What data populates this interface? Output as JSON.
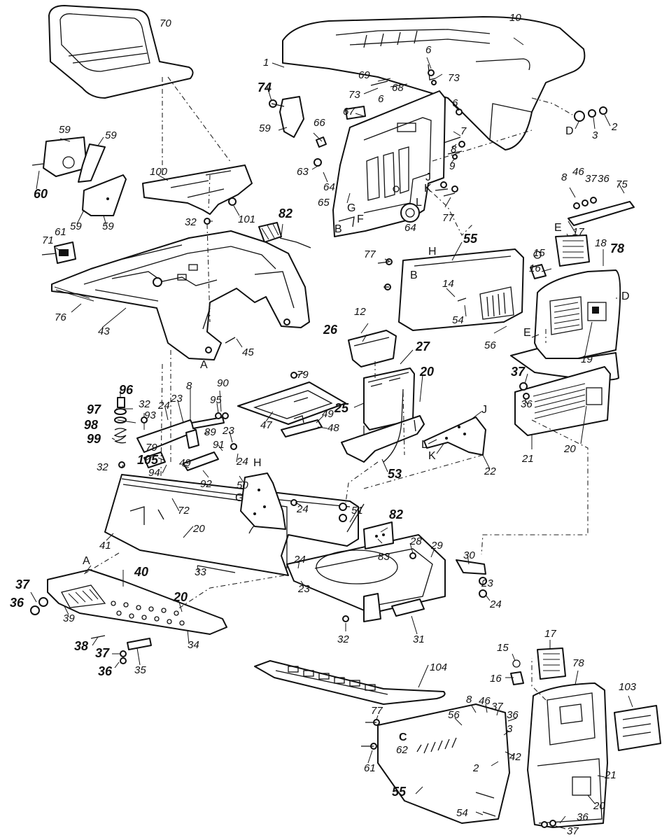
{
  "diagram": {
    "callouts": [
      {
        "id": "70",
        "text": "70"
      },
      {
        "id": "10",
        "text": "10"
      },
      {
        "id": "1",
        "text": "1"
      },
      {
        "id": "6a",
        "text": "6"
      },
      {
        "id": "69",
        "text": "69"
      },
      {
        "id": "73a",
        "text": "73"
      },
      {
        "id": "73b",
        "text": "73"
      },
      {
        "id": "6b",
        "text": "6"
      },
      {
        "id": "68",
        "text": "68"
      },
      {
        "id": "74",
        "text": "74"
      },
      {
        "id": "67",
        "text": "67"
      },
      {
        "id": "6c",
        "text": "6"
      },
      {
        "id": "59a",
        "text": "59"
      },
      {
        "id": "66",
        "text": "66"
      },
      {
        "id": "7",
        "text": "7"
      },
      {
        "id": "8a",
        "text": "8"
      },
      {
        "id": "9",
        "text": "9"
      },
      {
        "id": "Da",
        "text": "D"
      },
      {
        "id": "3a",
        "text": "3"
      },
      {
        "id": "2a",
        "text": "2"
      },
      {
        "id": "59b",
        "text": "59"
      },
      {
        "id": "59c",
        "text": "59"
      },
      {
        "id": "60",
        "text": "60"
      },
      {
        "id": "59d",
        "text": "59"
      },
      {
        "id": "59e",
        "text": "59"
      },
      {
        "id": "100",
        "text": "100"
      },
      {
        "id": "101",
        "text": "101"
      },
      {
        "id": "63",
        "text": "63"
      },
      {
        "id": "64a",
        "text": "64"
      },
      {
        "id": "65",
        "text": "65"
      },
      {
        "id": "Ga",
        "text": "G"
      },
      {
        "id": "F",
        "text": "F"
      },
      {
        "id": "Ba",
        "text": "B"
      },
      {
        "id": "Ja",
        "text": "J"
      },
      {
        "id": "Ka",
        "text": "K"
      },
      {
        "id": "La",
        "text": "L"
      },
      {
        "id": "64b",
        "text": "64"
      },
      {
        "id": "77a",
        "text": "77"
      },
      {
        "id": "8b",
        "text": "8"
      },
      {
        "id": "46a",
        "text": "46"
      },
      {
        "id": "37a",
        "text": "37"
      },
      {
        "id": "36a",
        "text": "36"
      },
      {
        "id": "75",
        "text": "75"
      },
      {
        "id": "Ea",
        "text": "E"
      },
      {
        "id": "32a",
        "text": "32"
      },
      {
        "id": "82a",
        "text": "82"
      },
      {
        "id": "71",
        "text": "71"
      },
      {
        "id": "61a",
        "text": "61"
      },
      {
        "id": "77b",
        "text": "77"
      },
      {
        "id": "Ha",
        "text": "H"
      },
      {
        "id": "55a",
        "text": "55"
      },
      {
        "id": "Bb",
        "text": "B"
      },
      {
        "id": "14",
        "text": "14"
      },
      {
        "id": "54a",
        "text": "54"
      },
      {
        "id": "17a",
        "text": "17"
      },
      {
        "id": "15a",
        "text": "15"
      },
      {
        "id": "18",
        "text": "18"
      },
      {
        "id": "78a",
        "text": "78"
      },
      {
        "id": "16a",
        "text": "16"
      },
      {
        "id": "Db",
        "text": "D"
      },
      {
        "id": "76",
        "text": "76"
      },
      {
        "id": "43",
        "text": "43"
      },
      {
        "id": "45",
        "text": "45"
      },
      {
        "id": "Aa",
        "text": "A"
      },
      {
        "id": "12",
        "text": "12"
      },
      {
        "id": "26",
        "text": "26"
      },
      {
        "id": "27",
        "text": "27"
      },
      {
        "id": "56a",
        "text": "56"
      },
      {
        "id": "Eb",
        "text": "E"
      },
      {
        "id": "19",
        "text": "19"
      },
      {
        "id": "37b",
        "text": "37"
      },
      {
        "id": "36b",
        "text": "36"
      },
      {
        "id": "79a",
        "text": "79"
      },
      {
        "id": "20a",
        "text": "20"
      },
      {
        "id": "25",
        "text": "25"
      },
      {
        "id": "Jb",
        "text": "J"
      },
      {
        "id": "Lb",
        "text": "L"
      },
      {
        "id": "Kb",
        "text": "K"
      },
      {
        "id": "22",
        "text": "22"
      },
      {
        "id": "21a",
        "text": "21"
      },
      {
        "id": "20b",
        "text": "20"
      },
      {
        "id": "96",
        "text": "96"
      },
      {
        "id": "90",
        "text": "90"
      },
      {
        "id": "8c",
        "text": "8"
      },
      {
        "id": "95",
        "text": "95"
      },
      {
        "id": "97",
        "text": "97"
      },
      {
        "id": "32b",
        "text": "32"
      },
      {
        "id": "24a",
        "text": "24"
      },
      {
        "id": "23a",
        "text": "23"
      },
      {
        "id": "98",
        "text": "98"
      },
      {
        "id": "93",
        "text": "93"
      },
      {
        "id": "47",
        "text": "47"
      },
      {
        "id": "49a",
        "text": "49"
      },
      {
        "id": "48",
        "text": "48"
      },
      {
        "id": "53",
        "text": "53"
      },
      {
        "id": "99",
        "text": "99"
      },
      {
        "id": "89",
        "text": "89"
      },
      {
        "id": "23b",
        "text": "23"
      },
      {
        "id": "91",
        "text": "91"
      },
      {
        "id": "79b",
        "text": "79"
      },
      {
        "id": "105",
        "text": "105"
      },
      {
        "id": "49b",
        "text": "49"
      },
      {
        "id": "24b",
        "text": "24"
      },
      {
        "id": "Hb",
        "text": "H"
      },
      {
        "id": "32c",
        "text": "32"
      },
      {
        "id": "94",
        "text": "94"
      },
      {
        "id": "92",
        "text": "92"
      },
      {
        "id": "50",
        "text": "50"
      },
      {
        "id": "Gb",
        "text": "G"
      },
      {
        "id": "72",
        "text": "72"
      },
      {
        "id": "24c",
        "text": "24"
      },
      {
        "id": "51",
        "text": "51"
      },
      {
        "id": "82b",
        "text": "82"
      },
      {
        "id": "41",
        "text": "41"
      },
      {
        "id": "20c",
        "text": "20"
      },
      {
        "id": "83",
        "text": "83"
      },
      {
        "id": "28",
        "text": "28"
      },
      {
        "id": "29",
        "text": "29"
      },
      {
        "id": "30",
        "text": "30"
      },
      {
        "id": "Ab",
        "text": "A"
      },
      {
        "id": "40",
        "text": "40"
      },
      {
        "id": "33",
        "text": "33"
      },
      {
        "id": "37c",
        "text": "37"
      },
      {
        "id": "24d",
        "text": "24"
      },
      {
        "id": "23c",
        "text": "23"
      },
      {
        "id": "23d",
        "text": "23"
      },
      {
        "id": "24e",
        "text": "24"
      },
      {
        "id": "36c",
        "text": "36"
      },
      {
        "id": "39",
        "text": "39"
      },
      {
        "id": "20d",
        "text": "20"
      },
      {
        "id": "38",
        "text": "38"
      },
      {
        "id": "34",
        "text": "34"
      },
      {
        "id": "37d",
        "text": "37"
      },
      {
        "id": "36d",
        "text": "36"
      },
      {
        "id": "35",
        "text": "35"
      },
      {
        "id": "32d",
        "text": "32"
      },
      {
        "id": "31",
        "text": "31"
      },
      {
        "id": "17b",
        "text": "17"
      },
      {
        "id": "15b",
        "text": "15"
      },
      {
        "id": "78b",
        "text": "78"
      },
      {
        "id": "104",
        "text": "104"
      },
      {
        "id": "16b",
        "text": "16"
      },
      {
        "id": "103",
        "text": "103"
      },
      {
        "id": "77c",
        "text": "77"
      },
      {
        "id": "8d",
        "text": "8"
      },
      {
        "id": "46b",
        "text": "46"
      },
      {
        "id": "37e",
        "text": "37"
      },
      {
        "id": "36e",
        "text": "36"
      },
      {
        "id": "56b",
        "text": "56"
      },
      {
        "id": "3b",
        "text": "3"
      },
      {
        "id": "C",
        "text": "C"
      },
      {
        "id": "62",
        "text": "62"
      },
      {
        "id": "42",
        "text": "42"
      },
      {
        "id": "61b",
        "text": "61"
      },
      {
        "id": "2b",
        "text": "2"
      },
      {
        "id": "21b",
        "text": "21"
      },
      {
        "id": "55b",
        "text": "55"
      },
      {
        "id": "20e",
        "text": "20"
      },
      {
        "id": "54b",
        "text": "54"
      },
      {
        "id": "36f",
        "text": "36"
      },
      {
        "id": "37f",
        "text": "37"
      }
    ]
  }
}
